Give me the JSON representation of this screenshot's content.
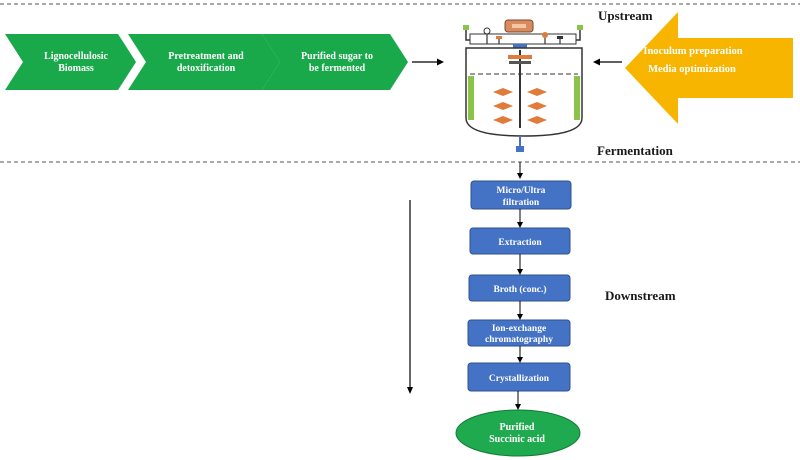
{
  "upstream": {
    "section_label": "Upstream",
    "chevrons": [
      {
        "line1": "Lignocellulosic",
        "line2": "Biomass"
      },
      {
        "line1": "Pretreatment and",
        "line2": "detoxification"
      },
      {
        "line1": "Purified sugar to",
        "line2": "be fermented"
      }
    ],
    "inoculum": {
      "line1": "Inoculum preparation",
      "line2": "Media optimization"
    }
  },
  "fermentation": {
    "section_label": "Fermentation"
  },
  "downstream": {
    "section_label": "Downstream",
    "steps": [
      {
        "line1": "Micro/Ultra",
        "line2": "filtration"
      },
      {
        "line1": "Extraction",
        "line2": ""
      },
      {
        "line1": "Broth (conc.)",
        "line2": ""
      },
      {
        "line1": "Ion-exchange",
        "line2": "chromatography"
      },
      {
        "line1": "Crystallization",
        "line2": ""
      }
    ],
    "product": {
      "line1": "Purified",
      "line2": "Succinic acid"
    }
  },
  "colors": {
    "chevron_green": "#19a84a",
    "arrow_yellow": "#f7b500",
    "step_blue": "#4472c4",
    "step_border": "#2f528f",
    "product_green": "#1faa4f",
    "vessel_accent": "#8bc34a",
    "impeller_orange": "#e07b39",
    "divider": "#555555"
  }
}
